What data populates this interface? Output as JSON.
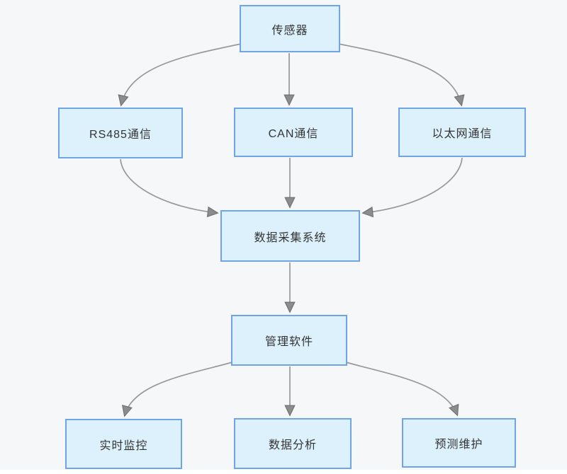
{
  "diagram": {
    "type": "flowchart",
    "background_color": "#f5f7f8",
    "node_fill_color": "#ddf1fd",
    "node_border_color": "#6fa5e6",
    "node_text_color": "#333333",
    "arrow_color": "#999999",
    "arrowhead_color": "#8c8c8c",
    "nodes": [
      {
        "id": "sensor",
        "label": "传感器"
      },
      {
        "id": "rs485",
        "label": "RS485通信"
      },
      {
        "id": "can",
        "label": "CAN通信"
      },
      {
        "id": "ethernet",
        "label": "以太网通信"
      },
      {
        "id": "daq",
        "label": "数据采集系统"
      },
      {
        "id": "software",
        "label": "管理软件"
      },
      {
        "id": "monitor",
        "label": "实时监控"
      },
      {
        "id": "analysis",
        "label": "数据分析"
      },
      {
        "id": "maintenance",
        "label": "预测维护"
      }
    ],
    "edges": [
      {
        "from": "传感器",
        "to": "RS485通信"
      },
      {
        "from": "传感器",
        "to": "CAN通信"
      },
      {
        "from": "传感器",
        "to": "以太网通信"
      },
      {
        "from": "RS485通信",
        "to": "数据采集系统"
      },
      {
        "from": "CAN通信",
        "to": "数据采集系统"
      },
      {
        "from": "以太网通信",
        "to": "数据采集系统"
      },
      {
        "from": "数据采集系统",
        "to": "管理软件"
      },
      {
        "from": "管理软件",
        "to": "实时监控"
      },
      {
        "from": "管理软件",
        "to": "数据分析"
      },
      {
        "from": "管理软件",
        "to": "预测维护"
      }
    ]
  }
}
